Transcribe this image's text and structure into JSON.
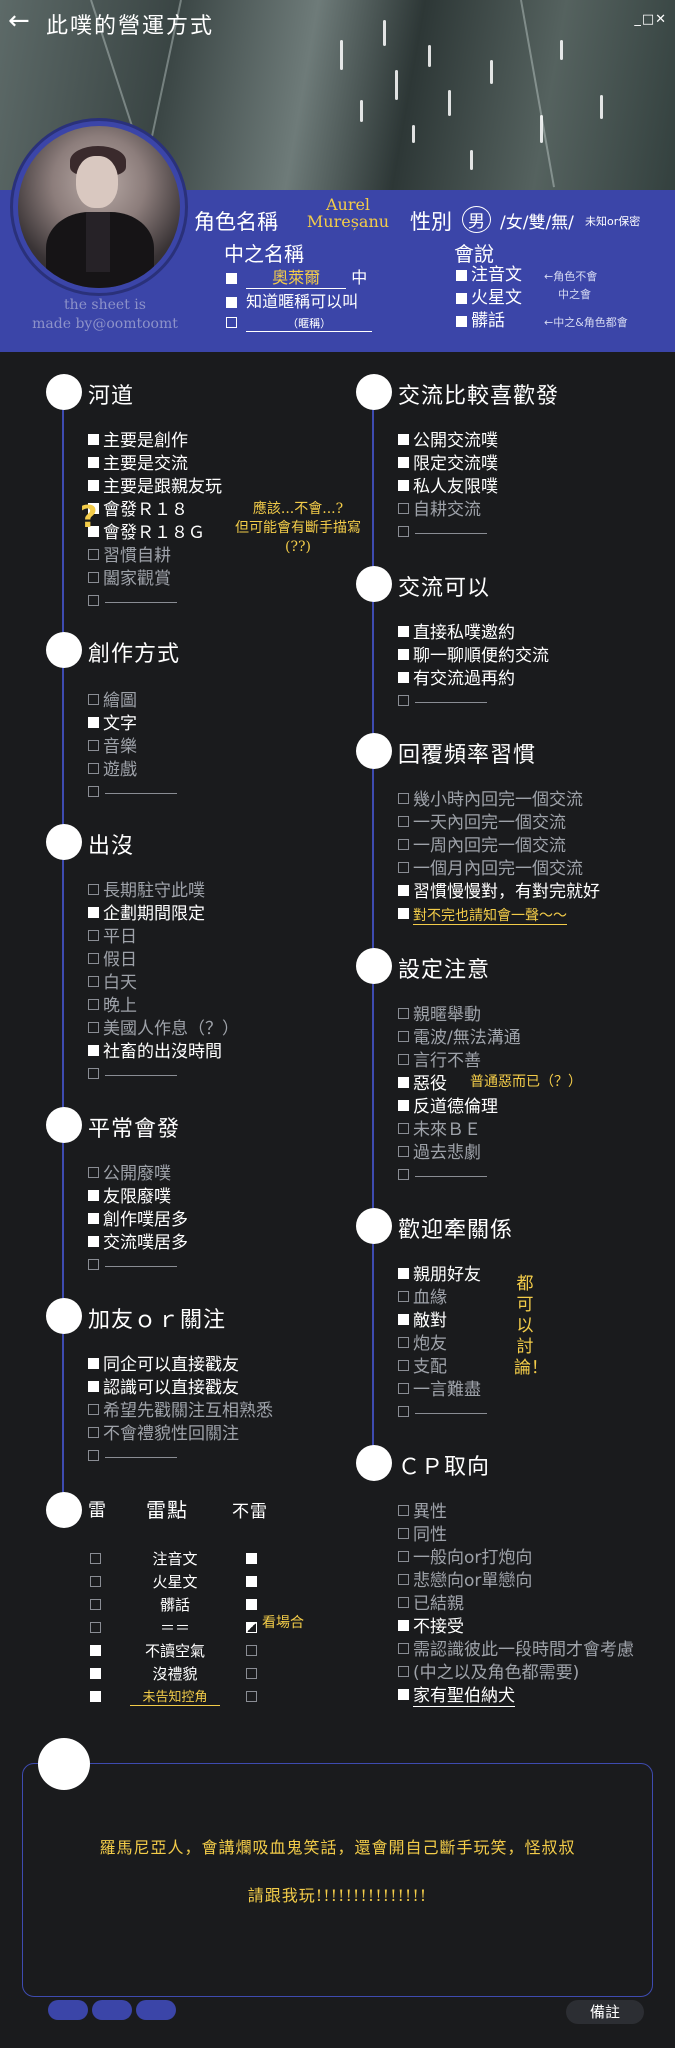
{
  "window": {
    "back_icon": "←",
    "title": "此噗的營運方式",
    "controls": "_□✕"
  },
  "profile": {
    "credit_line1": "the sheet is",
    "credit_line2": "made by@oomtoomt",
    "role_name_label": "角色名稱",
    "role_name_line1": "Aurel",
    "role_name_line2": "Mureșanu",
    "gender_label": "性別",
    "gender_selected": "男",
    "gender_rest": "/女/雙/無/",
    "gender_tail": "未知or保密",
    "cn_name_label": "中之名稱",
    "cn_name_value": "奧萊爾",
    "cn_name_suffix": "中",
    "cn_name_know": "知道暱稱可以叫",
    "cn_name_blank": "（暱稱）",
    "lang_label": "會說",
    "lang_items": [
      {
        "label": "注音文",
        "checked": false
      },
      {
        "label": "火星文",
        "checked": false
      },
      {
        "label": "髒話",
        "checked": false
      }
    ],
    "lang_note1": "←角色不會",
    "lang_note2": "中之會",
    "lang_note3": "←中之&角色都會"
  },
  "left": {
    "river": {
      "title": "河道",
      "items": [
        {
          "label": "主要是創作",
          "checked": true
        },
        {
          "label": "主要是交流",
          "checked": true
        },
        {
          "label": "主要是跟親友玩",
          "checked": true
        },
        {
          "label": "會發Ｒ１８",
          "checked": true
        },
        {
          "label": "會發Ｒ１８Ｇ",
          "checked": true
        },
        {
          "label": "習慣自耕",
          "checked": false
        },
        {
          "label": "闔家觀賞",
          "checked": false
        },
        {
          "label": "",
          "checked": false
        }
      ],
      "question_mark": "?",
      "note1": "應該...不會...?",
      "note2": "但可能會有斷手描寫",
      "note3": "(??)"
    },
    "create": {
      "title": "創作方式",
      "items": [
        {
          "label": "繪圖",
          "checked": false
        },
        {
          "label": "文字",
          "checked": true
        },
        {
          "label": "音樂",
          "checked": false
        },
        {
          "label": "遊戲",
          "checked": false
        },
        {
          "label": "",
          "checked": false
        }
      ]
    },
    "appear": {
      "title": "出沒",
      "items": [
        {
          "label": "長期駐守此噗",
          "checked": false
        },
        {
          "label": "企劃期間限定",
          "checked": true
        },
        {
          "label": "平日",
          "checked": false
        },
        {
          "label": "假日",
          "checked": false
        },
        {
          "label": "白天",
          "checked": false
        },
        {
          "label": "晚上",
          "checked": false
        },
        {
          "label": "美國人作息（？）",
          "checked": false
        },
        {
          "label": "社畜的出沒時間",
          "checked": true
        },
        {
          "label": "",
          "checked": false
        }
      ]
    },
    "usual": {
      "title": "平常會發",
      "items": [
        {
          "label": "公開廢噗",
          "checked": false
        },
        {
          "label": "友限廢噗",
          "checked": true
        },
        {
          "label": "創作噗居多",
          "checked": true
        },
        {
          "label": "交流噗居多",
          "checked": true
        },
        {
          "label": "",
          "checked": false
        }
      ]
    },
    "friend": {
      "title": "加友ｏｒ關注",
      "items": [
        {
          "label": "同企可以直接戳友",
          "checked": true
        },
        {
          "label": "認識可以直接戳友",
          "checked": true
        },
        {
          "label": "希望先戳關注互相熟悉",
          "checked": false
        },
        {
          "label": "不會禮貌性回關注",
          "checked": false
        },
        {
          "label": "",
          "checked": false
        }
      ]
    },
    "mines": {
      "title": "雷",
      "center": "雷點",
      "right": "不雷",
      "rows": [
        {
          "label": "注音文",
          "mine": false,
          "ok": true
        },
        {
          "label": "火星文",
          "mine": false,
          "ok": true
        },
        {
          "label": "髒話",
          "mine": false,
          "ok": true
        },
        {
          "label": "＝＝",
          "mine": false,
          "ok": "half"
        },
        {
          "label": "不讀空氣",
          "mine": true,
          "ok": false
        },
        {
          "label": "沒禮貌",
          "mine": true,
          "ok": false
        },
        {
          "label": "未告知控角",
          "mine": true,
          "ok": false
        }
      ],
      "note": "看場合"
    }
  },
  "right": {
    "likes": {
      "title": "交流比較喜歡發",
      "items": [
        {
          "label": "公開交流噗",
          "checked": true
        },
        {
          "label": "限定交流噗",
          "checked": true
        },
        {
          "label": "私人友限噗",
          "checked": true
        },
        {
          "label": "自耕交流",
          "checked": false
        },
        {
          "label": "",
          "checked": false
        }
      ]
    },
    "canchat": {
      "title": "交流可以",
      "items": [
        {
          "label": "直接私噗邀約",
          "checked": true
        },
        {
          "label": "聊一聊順便約交流",
          "checked": true
        },
        {
          "label": "有交流過再約",
          "checked": true
        },
        {
          "label": "",
          "checked": false
        }
      ]
    },
    "reply": {
      "title": "回覆頻率習慣",
      "items": [
        {
          "label": "幾小時內回完一個交流",
          "checked": false
        },
        {
          "label": "一天內回完一個交流",
          "checked": false
        },
        {
          "label": "一周內回完一個交流",
          "checked": false
        },
        {
          "label": "一個月內回完一個交流",
          "checked": false
        },
        {
          "label": "習慣慢慢對，有對完就好",
          "checked": true
        },
        {
          "label": "對不完也請知會一聲～～",
          "checked": true
        }
      ]
    },
    "setting": {
      "title": "設定注意",
      "items": [
        {
          "label": "親暱舉動",
          "checked": false
        },
        {
          "label": "電波/無法溝通",
          "checked": false
        },
        {
          "label": "言行不善",
          "checked": false
        },
        {
          "label": "惡役",
          "checked": true
        },
        {
          "label": "反道德倫理",
          "checked": true
        },
        {
          "label": "未來ＢＥ",
          "checked": false
        },
        {
          "label": "過去悲劇",
          "checked": false
        },
        {
          "label": "",
          "checked": false
        }
      ],
      "note": "普通惡而已（？）"
    },
    "relation": {
      "title": "歡迎牽關係",
      "items": [
        {
          "label": "親朋好友",
          "checked": true
        },
        {
          "label": "血緣",
          "checked": false
        },
        {
          "label": "敵對",
          "checked": true
        },
        {
          "label": "炮友",
          "checked": false
        },
        {
          "label": "支配",
          "checked": false
        },
        {
          "label": "一言難盡",
          "checked": false
        },
        {
          "label": "",
          "checked": false
        }
      ],
      "note": "都可以討論！"
    },
    "cp": {
      "title": "ＣＰ取向",
      "items": [
        {
          "label": "異性",
          "checked": false
        },
        {
          "label": "同性",
          "checked": false
        },
        {
          "label": "一般向or打炮向",
          "checked": false
        },
        {
          "label": "悲戀向or單戀向",
          "checked": false
        },
        {
          "label": "已結親",
          "checked": false
        },
        {
          "label": "不接受",
          "checked": true
        },
        {
          "label": "需認識彼此一段時間才會考慮",
          "checked": false
        },
        {
          "label": "(中之以及角色都需要)",
          "checked": false
        },
        {
          "label": "家有聖伯納犬",
          "checked": true
        }
      ]
    }
  },
  "memo": {
    "line1": "羅馬尼亞人，會講爛吸血鬼笑話，還會開自己斷手玩笑，怪叔叔",
    "line2": "請跟我玩!!!!!!!!!!!!!!!",
    "button": "備註"
  }
}
